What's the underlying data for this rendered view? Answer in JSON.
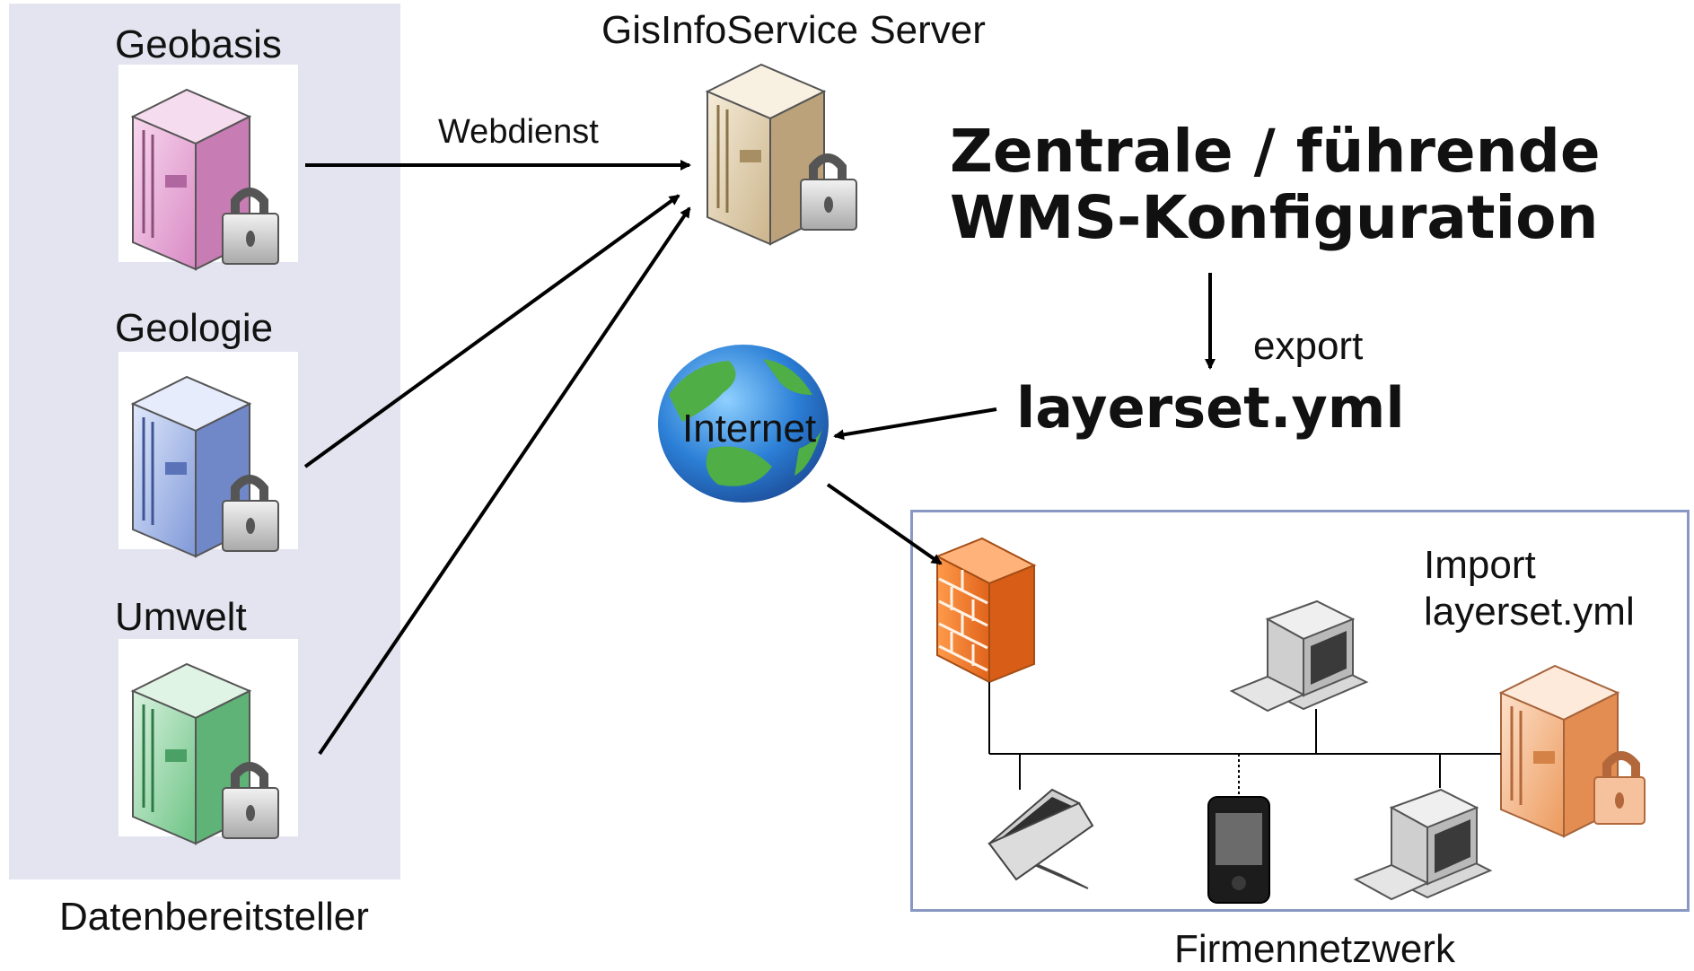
{
  "providers": {
    "caption": "Datenbereitsteller",
    "items": [
      {
        "label": "Geobasis"
      },
      {
        "label": "Geologie"
      },
      {
        "label": "Umwelt"
      }
    ]
  },
  "server": {
    "label": "GisInfoService Server"
  },
  "edge_label": "Webdienst",
  "config": {
    "title_line1": "Zentrale / führende",
    "title_line2": "WMS-Konfiguration",
    "export_label": "export",
    "file": "layerset.yml"
  },
  "internet": {
    "label": "Internet"
  },
  "company": {
    "caption": "Firmennetzwerk",
    "import_line1": "Import",
    "import_line2": "layerset.yml"
  },
  "colors": {
    "panel": "#e3e4ef",
    "geobasis": "#e7a7d6",
    "geologie": "#9fb3e6",
    "umwelt": "#8fd3a0",
    "server": "#e7d5b4",
    "company_server": "#f3b487",
    "firewall": "#f07a2a",
    "box_border": "#8898c2"
  },
  "icons": [
    "server-lock-icon",
    "globe-icon",
    "firewall-icon",
    "desktop-pc-icon",
    "laptop-icon",
    "smartphone-icon"
  ]
}
